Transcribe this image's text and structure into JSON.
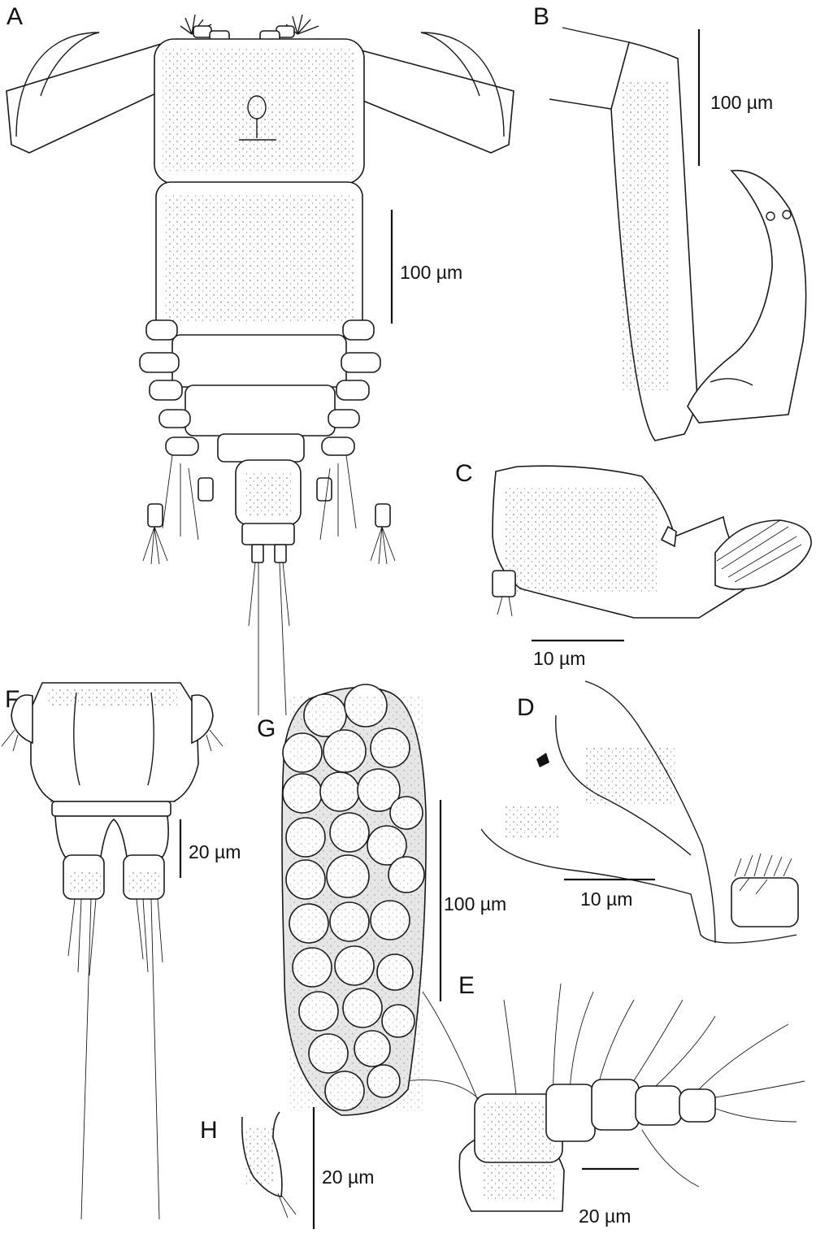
{
  "panels": [
    {
      "id": "A",
      "label": "A",
      "scale": "100 µm"
    },
    {
      "id": "B",
      "label": "B",
      "scale": "100 µm"
    },
    {
      "id": "C",
      "label": "C",
      "scale": "10 µm"
    },
    {
      "id": "D",
      "label": "D",
      "scale": "10 µm"
    },
    {
      "id": "E",
      "label": "E",
      "scale": "20 µm"
    },
    {
      "id": "F",
      "label": "F",
      "scale": "20 µm"
    },
    {
      "id": "G",
      "label": "G",
      "scale": "100 µm"
    },
    {
      "id": "H",
      "label": "H",
      "scale": "20 µm"
    }
  ],
  "colors": {
    "ink": "#1a1a1a",
    "background": "#ffffff",
    "egg_sac_fill": "#e6e6e6"
  }
}
